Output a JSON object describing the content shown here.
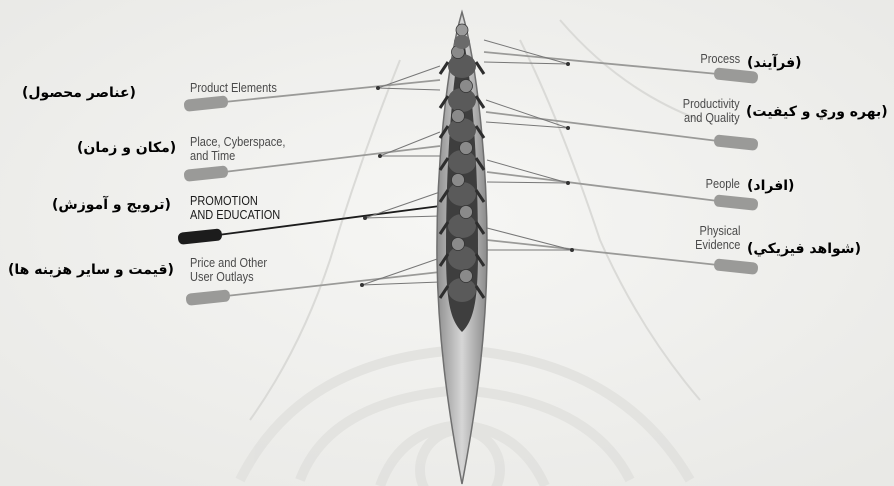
{
  "left_oars": [
    {
      "id": "product",
      "label": "Product Elements",
      "persian": "(عناصر محصول)"
    },
    {
      "id": "place",
      "label": "Place, Cyberspace,\nand Time",
      "persian": "(مكان و زمان)"
    },
    {
      "id": "promotion",
      "label": "PROMOTION\nAND EDUCATION",
      "persian": "(ترويج و آموزش)"
    },
    {
      "id": "price",
      "label": "Price and Other\nUser Outlays",
      "persian": "(قيمت و ساير هزينه ها)"
    }
  ],
  "right_oars": [
    {
      "id": "process",
      "label": "Process",
      "persian": "(فرآيند)"
    },
    {
      "id": "productivity",
      "label": "Productivity\nand Quality",
      "persian": "(بهره وري و كيفيت)"
    },
    {
      "id": "people",
      "label": "People",
      "persian": "(افراد)"
    },
    {
      "id": "evidence",
      "label": "Physical\nEvidence",
      "persian": "(شواهد فيزيكي)"
    }
  ],
  "colors": {
    "oar": "#9a9a98",
    "oar_highlight": "#1c1c1c",
    "boat": "#cfcfcf",
    "rowers": "#4a4a4a"
  }
}
